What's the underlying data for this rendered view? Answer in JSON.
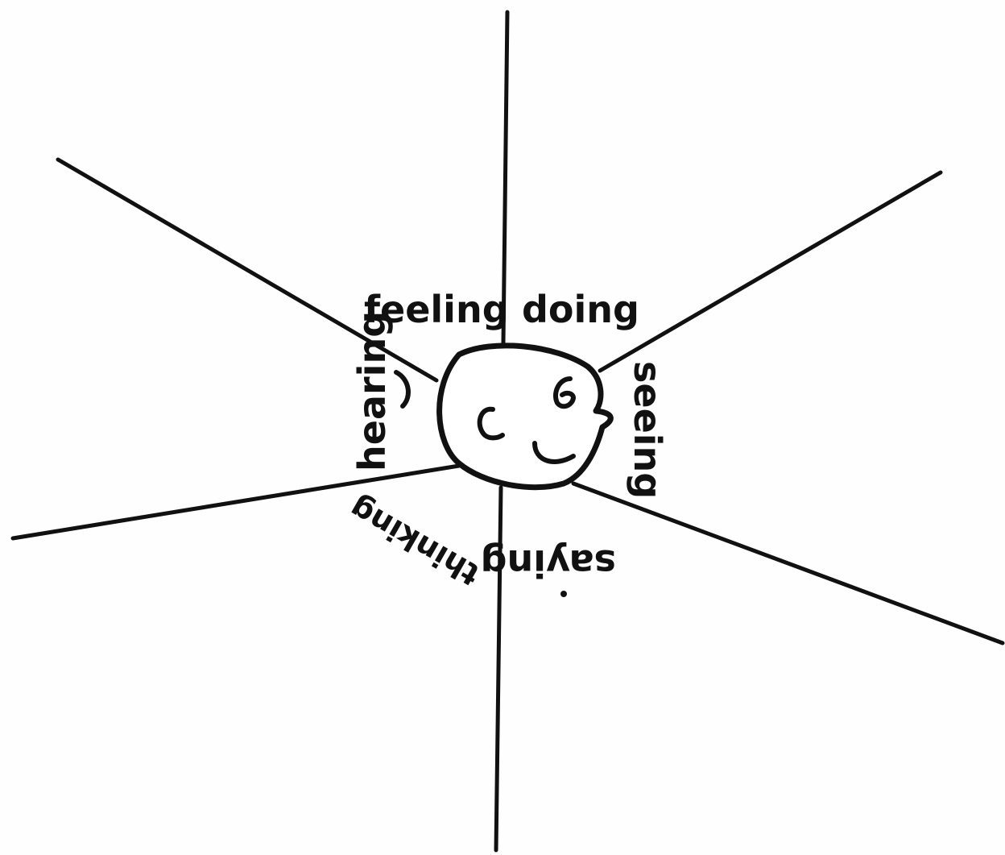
{
  "diagram": {
    "labels": {
      "feeling": "feeling",
      "doing": "doing",
      "seeing": "seeing",
      "saying": "saying",
      "thinking": "thinking",
      "hearing": "hearing"
    }
  }
}
